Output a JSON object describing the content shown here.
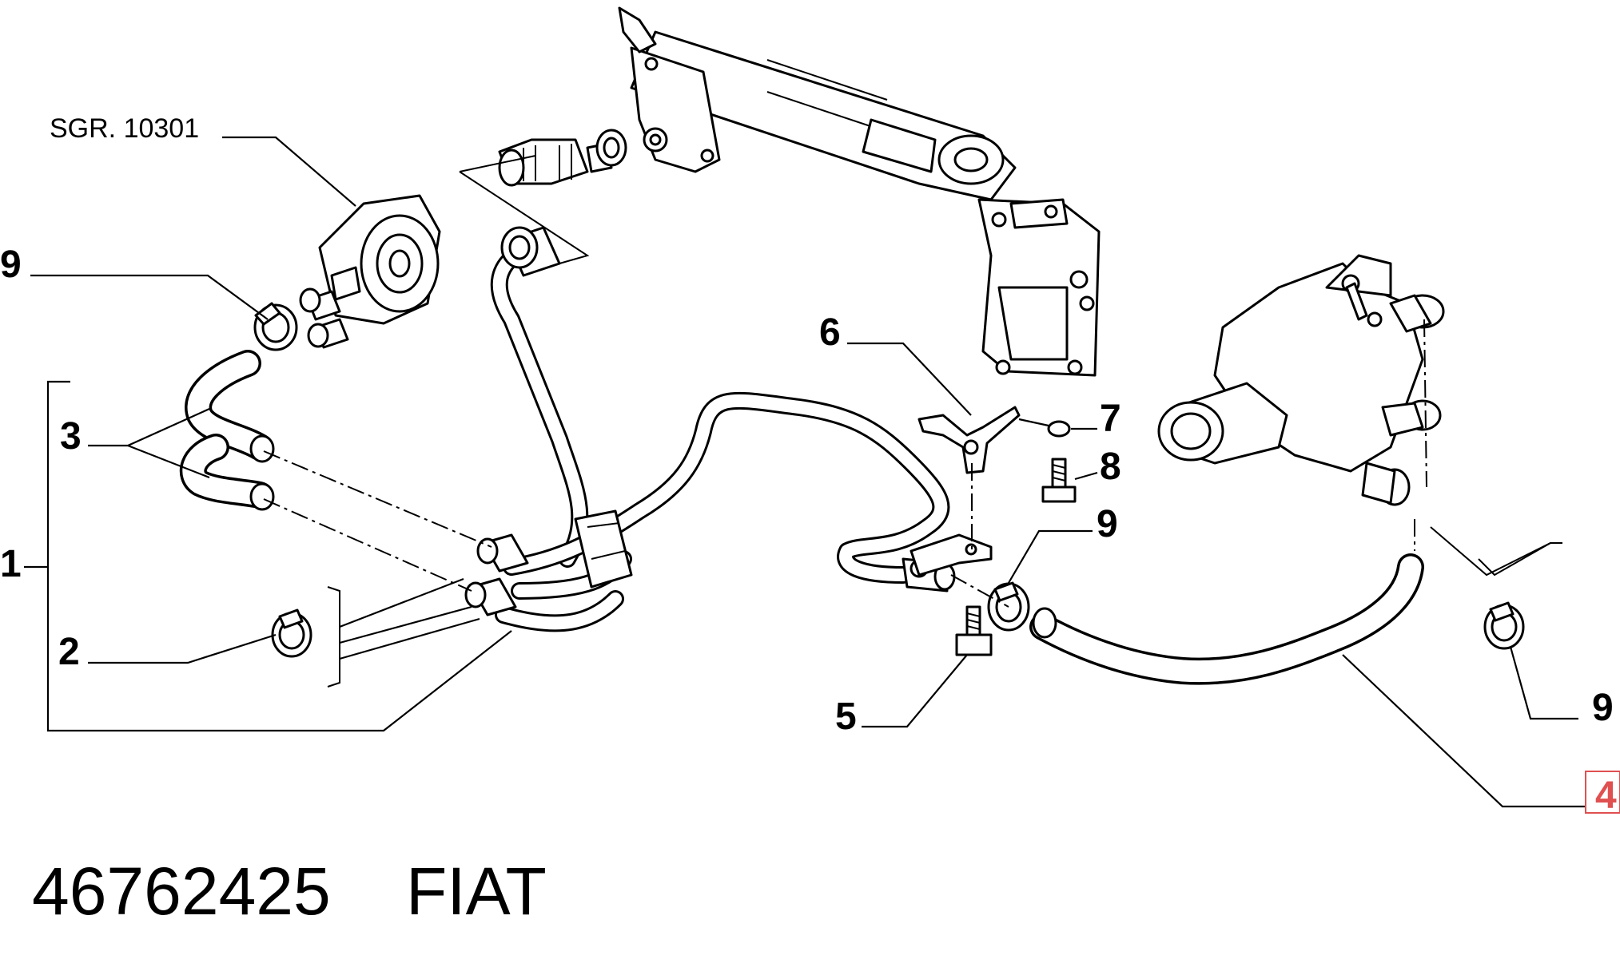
{
  "diagram": {
    "reference_label": "SGR. 10301",
    "callouts": {
      "c1": "1",
      "c2": "2",
      "c3": "3",
      "c4": "4",
      "c5": "5",
      "c6": "6",
      "c7": "7",
      "c8": "8",
      "c9_top_left": "9",
      "c9_middle": "9",
      "c9_right": "9"
    },
    "highlight_color": "#e05050"
  },
  "footer": {
    "part_number": "46762425",
    "brand": "FIAT"
  }
}
